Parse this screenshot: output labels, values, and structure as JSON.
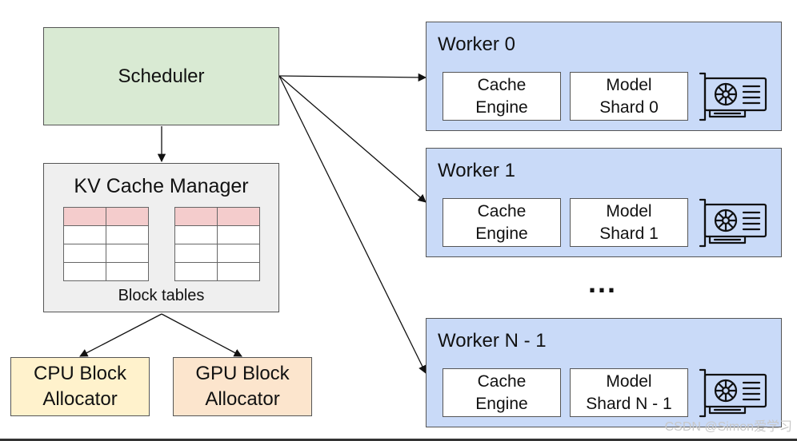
{
  "scheduler": {
    "label": "Scheduler"
  },
  "kv_manager": {
    "title": "KV Cache Manager",
    "block_tables_label": "Block tables"
  },
  "allocators": {
    "cpu": {
      "line1": "CPU Block",
      "line2": "Allocator"
    },
    "gpu": {
      "line1": "GPU Block",
      "line2": "Allocator"
    }
  },
  "workers": [
    {
      "title": "Worker 0",
      "cache_line1": "Cache",
      "cache_line2": "Engine",
      "model_line1": "Model",
      "model_line2": "Shard 0"
    },
    {
      "title": "Worker 1",
      "cache_line1": "Cache",
      "cache_line2": "Engine",
      "model_line1": "Model",
      "model_line2": "Shard 1"
    },
    {
      "title": "Worker N - 1",
      "cache_line1": "Cache",
      "cache_line2": "Engine",
      "model_line1": "Model",
      "model_line2": "Shard N - 1"
    }
  ],
  "ellipsis": "...",
  "watermark": "CSDN @Simon爱学习",
  "icons": {
    "gpu": "gpu-card-icon"
  },
  "colors": {
    "scheduler": "#d9ead3",
    "kv_manager": "#efefef",
    "table_header": "#f4cccc",
    "cpu_allocator": "#fff2cc",
    "gpu_allocator": "#fce5cd",
    "worker": "#c9daf8"
  }
}
